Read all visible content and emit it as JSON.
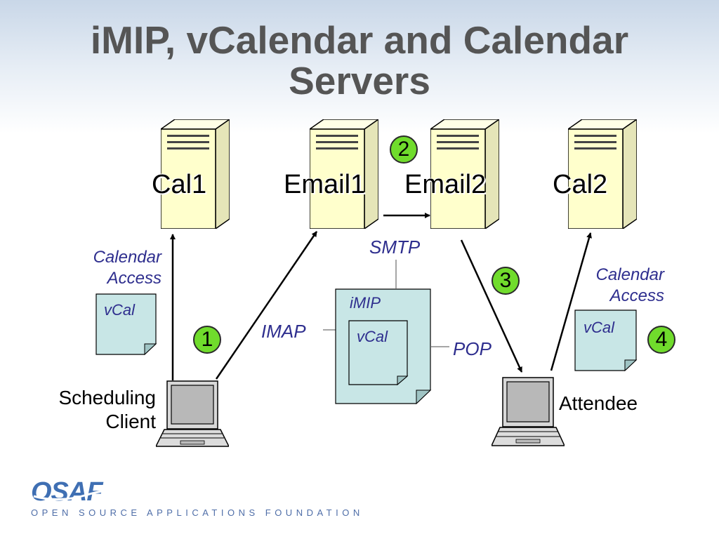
{
  "title": {
    "line1": "iMIP, vCalendar and Calendar",
    "line2": "Servers"
  },
  "servers": [
    {
      "label": "Cal1"
    },
    {
      "label": "Email1"
    },
    {
      "label": "Email2"
    },
    {
      "label": "Cal2"
    }
  ],
  "protocols": {
    "smtp": "SMTP",
    "imap": "IMAP",
    "pop": "POP"
  },
  "calendar_access_left": {
    "line1": "Calendar",
    "line2": "Access"
  },
  "calendar_access_right": {
    "line1": "Calendar",
    "line2": "Access"
  },
  "documents": {
    "vcal_left": "vCal",
    "imip": "iMIP",
    "vcal_imip": "vCal",
    "vcal_right": "vCal"
  },
  "steps": [
    "1",
    "2",
    "3",
    "4"
  ],
  "clients": {
    "scheduling": {
      "line1": "Scheduling",
      "line2": "Client"
    },
    "attendee": "Attendee"
  },
  "footer": {
    "logo_text": "OSAF",
    "org_name": "OPEN SOURCE APPLICATIONS FOUNDATION"
  },
  "colors": {
    "step_badge": "#70dc2c",
    "document_fill": "#c8e6e6",
    "server_fill": "#ffffcc",
    "protocol_text": "#2e2e8e",
    "title": "#555555",
    "footer": "#4f6ea8"
  }
}
